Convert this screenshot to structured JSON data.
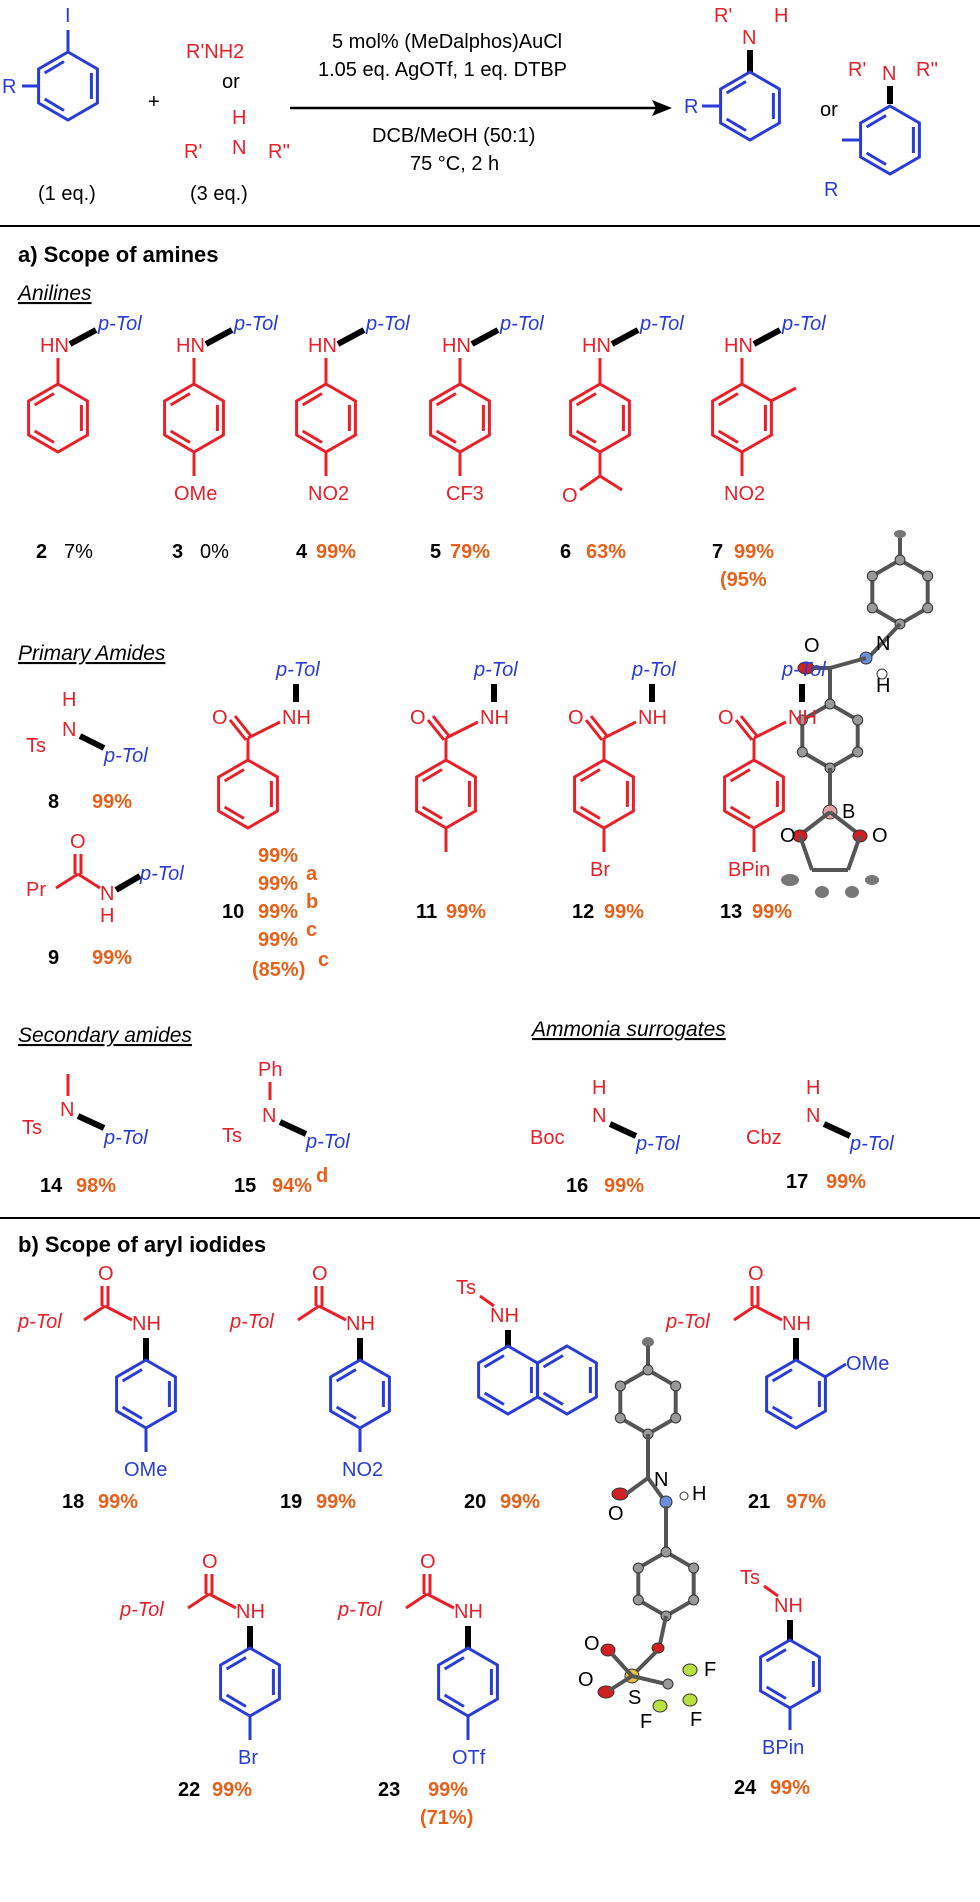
{
  "scheme": {
    "reactants": {
      "aryl_iodide_atoms": [
        "I",
        "R"
      ],
      "amine_primary": "R'NH2",
      "or": "or",
      "amine_secondary_atoms": [
        "H",
        "N",
        "R'",
        "R''"
      ],
      "eq_aryl": "(1 eq.)",
      "eq_amine": "(3 eq.)",
      "plus": "+"
    },
    "conditions": {
      "line1": "5 mol% (MeDalphos)AuCl",
      "line2": "1.05 eq. AgOTf, 1 eq. DTBP",
      "line3": "DCB/MeOH (50:1)",
      "line4": "75 °C, 2 h"
    },
    "products": {
      "or": "or",
      "atoms1": [
        "R'",
        "N",
        "H",
        "R"
      ],
      "atoms2": [
        "R'",
        "N",
        "R''",
        "R"
      ]
    }
  },
  "section_a": {
    "title": "a) Scope of amines",
    "anilines": {
      "title": "Anilines",
      "items": [
        {
          "num": "2",
          "yield": "7%",
          "sub": ""
        },
        {
          "num": "3",
          "yield": "0%",
          "sub": "OMe"
        },
        {
          "num": "4",
          "yield": "99%",
          "sub": "NO2"
        },
        {
          "num": "5",
          "yield": "79%",
          "sub": "CF3"
        },
        {
          "num": "6",
          "yield": "63%",
          "sub": "O"
        },
        {
          "num": "7",
          "yield": "99%",
          "yield2": "(95%",
          "sub": "NO2"
        }
      ],
      "hn": "HN",
      "ptol": "p-Tol"
    },
    "primary_amides": {
      "title": "Primary Amides",
      "c8": {
        "num": "8",
        "yield": "99%",
        "ts": "Ts",
        "n": "N",
        "h": "H",
        "ptol": "p-Tol"
      },
      "c9": {
        "num": "9",
        "yield": "99%",
        "pr": "Pr",
        "o": "O",
        "n": "N",
        "h": "H",
        "ptol": "p-Tol"
      },
      "c10": {
        "num": "10",
        "yields": [
          "99%",
          "99%",
          "99%",
          "99%",
          "(85%)"
        ],
        "sups": [
          "",
          "a",
          "b",
          "c",
          "c"
        ]
      },
      "c11": {
        "num": "11",
        "yield": "99%"
      },
      "c12": {
        "num": "12",
        "yield": "99%",
        "sub": "Br"
      },
      "c13": {
        "num": "13",
        "yield": "99%",
        "sub": "BPin"
      },
      "o": "O",
      "nh": "NH",
      "ptol": "p-Tol"
    },
    "crystal1": {
      "o": "O",
      "n": "N",
      "h": "H",
      "b": "B",
      "o1": "O",
      "o2": "O"
    },
    "secondary_amides": {
      "title": "Secondary amides",
      "c14": {
        "num": "14",
        "yield": "98%",
        "ts": "Ts",
        "n": "N",
        "ptol": "p-Tol"
      },
      "c15": {
        "num": "15",
        "yield": "94%",
        "sup": "d",
        "ph": "Ph",
        "ts": "Ts",
        "n": "N",
        "ptol": "p-Tol"
      }
    },
    "ammonia_surrogates": {
      "title": "Ammonia surrogates",
      "c16": {
        "num": "16",
        "yield": "99%",
        "pg": "Boc",
        "n": "N",
        "h": "H",
        "ptol": "p-Tol"
      },
      "c17": {
        "num": "17",
        "yield": "99%",
        "pg": "Cbz",
        "n": "N",
        "h": "H",
        "ptol": "p-Tol"
      }
    }
  },
  "section_b": {
    "title": "b) Scope of aryl iodides",
    "ptol": "p-Tol",
    "o": "O",
    "nh": "NH",
    "ts": "Ts",
    "items": [
      {
        "num": "18",
        "yield": "99%",
        "sub": "OMe"
      },
      {
        "num": "19",
        "yield": "99%",
        "sub": "NO2"
      },
      {
        "num": "20",
        "yield": "99%"
      },
      {
        "num": "21",
        "yield": "97%",
        "sub": "OMe"
      },
      {
        "num": "22",
        "yield": "99%",
        "sub": "Br"
      },
      {
        "num": "23",
        "yield": "99%",
        "yield2": "(71%)",
        "sub": "OTf"
      },
      {
        "num": "24",
        "yield": "99%",
        "sub": "BPin"
      }
    ],
    "crystal2": {
      "n": "N",
      "h": "H",
      "o": "O",
      "o1": "O",
      "o2": "O",
      "s": "S",
      "f1": "F",
      "f2": "F",
      "f3": "F"
    }
  },
  "colors": {
    "red": "#e8202a",
    "blue": "#2a3cd8",
    "orange": "#e8611a"
  }
}
